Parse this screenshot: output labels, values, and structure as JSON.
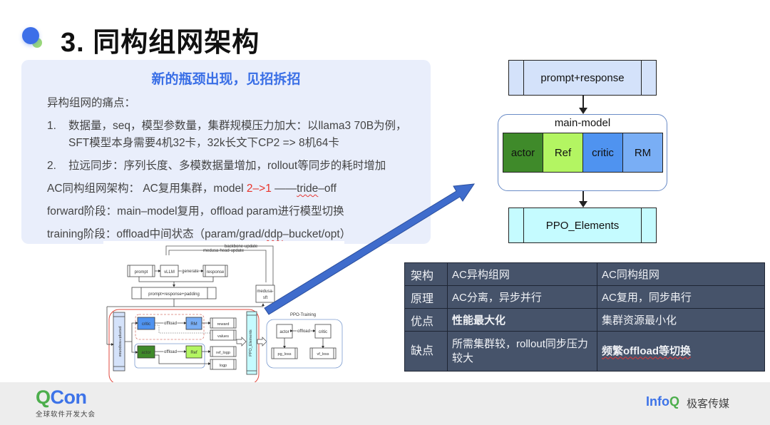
{
  "slide": {
    "title": "3. 同构组网架构"
  },
  "panel": {
    "heading": "新的瓶颈出现，见招拆招",
    "intro": "异构组网的痛点：",
    "point1_num": "1.",
    "point1_line1": "数据量，seq，模型参数量，集群规模压力加大：以llama3 70B为例，",
    "point1_line2": "SFT模型本身需要4机32卡，32k长文下CP2 => 8机64卡",
    "point2_num": "2.",
    "point2_text": "拉远同步：序列长度、多模数据量增加，rollout等同步的耗时增加",
    "ac_prefix": "AC同构组网架构：  AC复用集群，model ",
    "ac_highlight": "2–>1",
    "ac_dash": " ——",
    "ac_tradeoff": "tride",
    "ac_suffix": "–off",
    "forward_text": "forward阶段：main–model复用，offload param进行模型切换",
    "training_prefix": "training阶段：offload中间状态（param/grad/",
    "training_squiggle": "ddp",
    "training_suffix": "–bucket/opt）"
  },
  "mini_diagram": {
    "backbone_update": "backbone-update",
    "medusa_head_update": "medusa-head-update",
    "prompt": "prompt",
    "vllm": "vLLM",
    "generate": "generate",
    "response": "response",
    "prompt_response_padding": "prompt+response+padding",
    "medusa_sft_line1": "medusa-",
    "medusa_sft_line2": "sft",
    "prompt_response_vertical": "prompt+response",
    "critic": "critic",
    "rm": "RM",
    "actor": "actor",
    "ref": "Ref",
    "offload": "offload",
    "reward": "reward",
    "values": "values",
    "ref_logp": "ref_logp",
    "logp": "logp",
    "ppo_elements_vertical": "PPO_Elements",
    "ppo_training": "PPO-Training",
    "train_actor": "actor",
    "train_offload": "offload",
    "train_critic": "critic",
    "pg_loss": "pg_loss",
    "vf_loss": "vf_loss"
  },
  "main_diagram": {
    "prompt_response": "prompt+response",
    "main_model": "main-model",
    "cells": [
      {
        "label": "actor",
        "color": "#3f8a2a"
      },
      {
        "label": "Ref",
        "color": "#b3f562"
      },
      {
        "label": "critic",
        "color": "#4f93f0"
      },
      {
        "label": "RM",
        "color": "#79aef5"
      }
    ],
    "ppo_elements": "PPO_Elements"
  },
  "comparison_table": {
    "rows": [
      {
        "header": "架构",
        "heterogeneous": "AC异构组网",
        "homogeneous": "AC同构组网"
      },
      {
        "header": "原理",
        "heterogeneous": "AC分离，异步并行",
        "homogeneous": "AC复用，同步串行"
      },
      {
        "header": "优点",
        "heterogeneous": "性能最大化",
        "homogeneous": "集群资源最小化"
      },
      {
        "header": "缺点",
        "heterogeneous": "所需集群较，rollout同步压力较大",
        "homogeneous": "频繁offload等切换"
      }
    ]
  },
  "footer": {
    "qcon_q": "Q",
    "qcon_con": "Con",
    "qcon_sub": "全球软件开发大会",
    "infoq_info": "Info",
    "infoq_q": "Q",
    "infoq_cn": "极客传媒"
  },
  "colors": {
    "accent_blue": "#3a6fe6",
    "highlight_red": "#e8332a",
    "table_bg": "#46536a"
  }
}
